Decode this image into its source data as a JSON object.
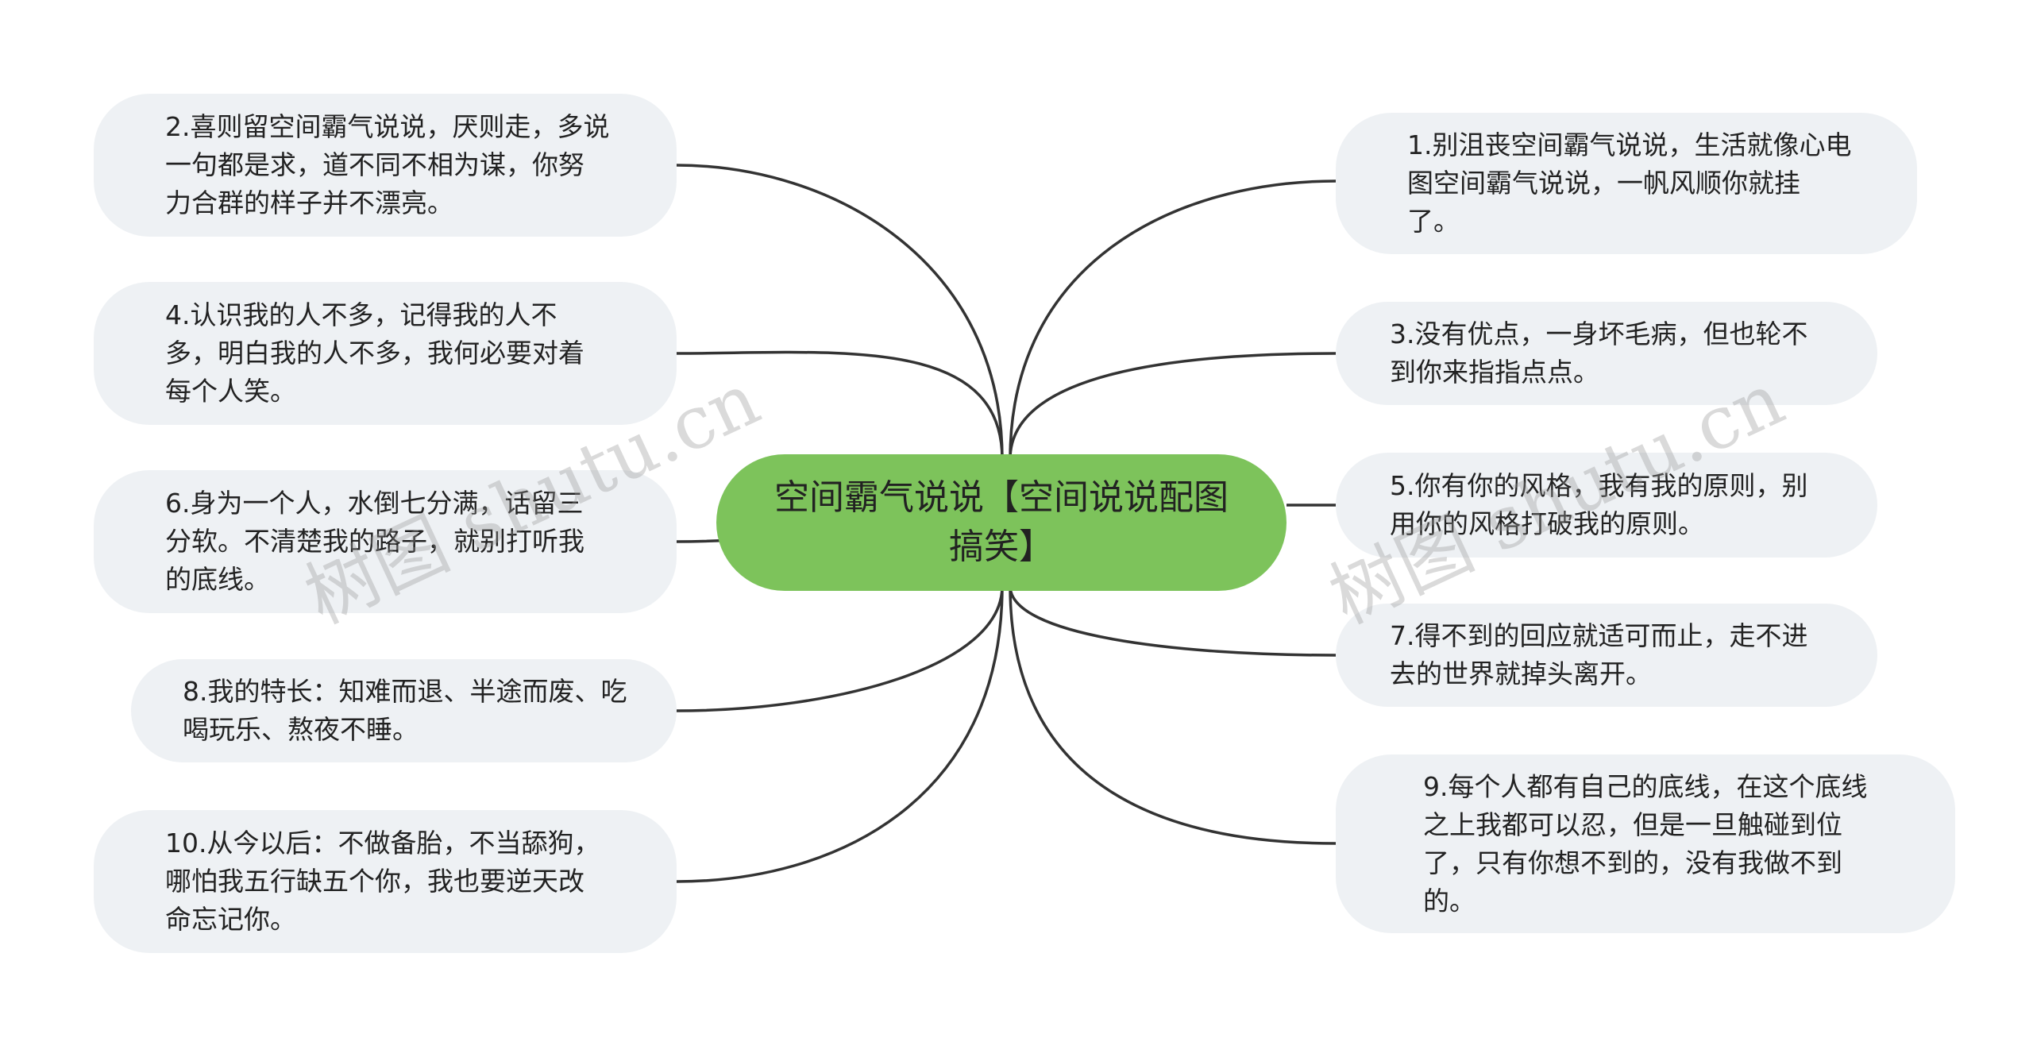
{
  "center": {
    "title": "空间霸气说说【空间说说配图搞笑】"
  },
  "left_nodes": [
    {
      "text": "2.喜则留空间霸气说说，厌则走，多说一句都是求，道不同不相为谋，你努力合群的样子并不漂亮。"
    },
    {
      "text": "4.认识我的人不多，记得我的人不多，明白我的人不多，我何必要对着每个人笑。"
    },
    {
      "text": "6.身为一个人，水倒七分满，话留三分软。不清楚我的路子，就别打听我的底线。"
    },
    {
      "text": "8.我的特长：知难而退、半途而废、吃喝玩乐、熬夜不睡。"
    },
    {
      "text": "10.从今以后：不做备胎，不当舔狗，哪怕我五行缺五个你，我也要逆天改命忘记你。"
    }
  ],
  "right_nodes": [
    {
      "text": "1.别沮丧空间霸气说说，生活就像心电图空间霸气说说，一帆风顺你就挂了。"
    },
    {
      "text": "3.没有优点，一身坏毛病，但也轮不到你来指指点点。"
    },
    {
      "text": "5.你有你的风格，我有我的原则，别用你的风格打破我的原则。"
    },
    {
      "text": "7.得不到的回应就适可而止，走不进去的世界就掉头离开。"
    },
    {
      "text": "9.每个人都有自己的底线，在这个底线之上我都可以忍，但是一旦触碰到位了，只有你想不到的，没有我做不到的。"
    }
  ],
  "watermarks": [
    {
      "text": "树图 shutu.cn"
    },
    {
      "text": "树图 shutu.cn"
    }
  ],
  "colors": {
    "center_fill": "#7dc35b",
    "node_fill": "#eef1f4",
    "line": "#333333",
    "text": "#222222"
  }
}
